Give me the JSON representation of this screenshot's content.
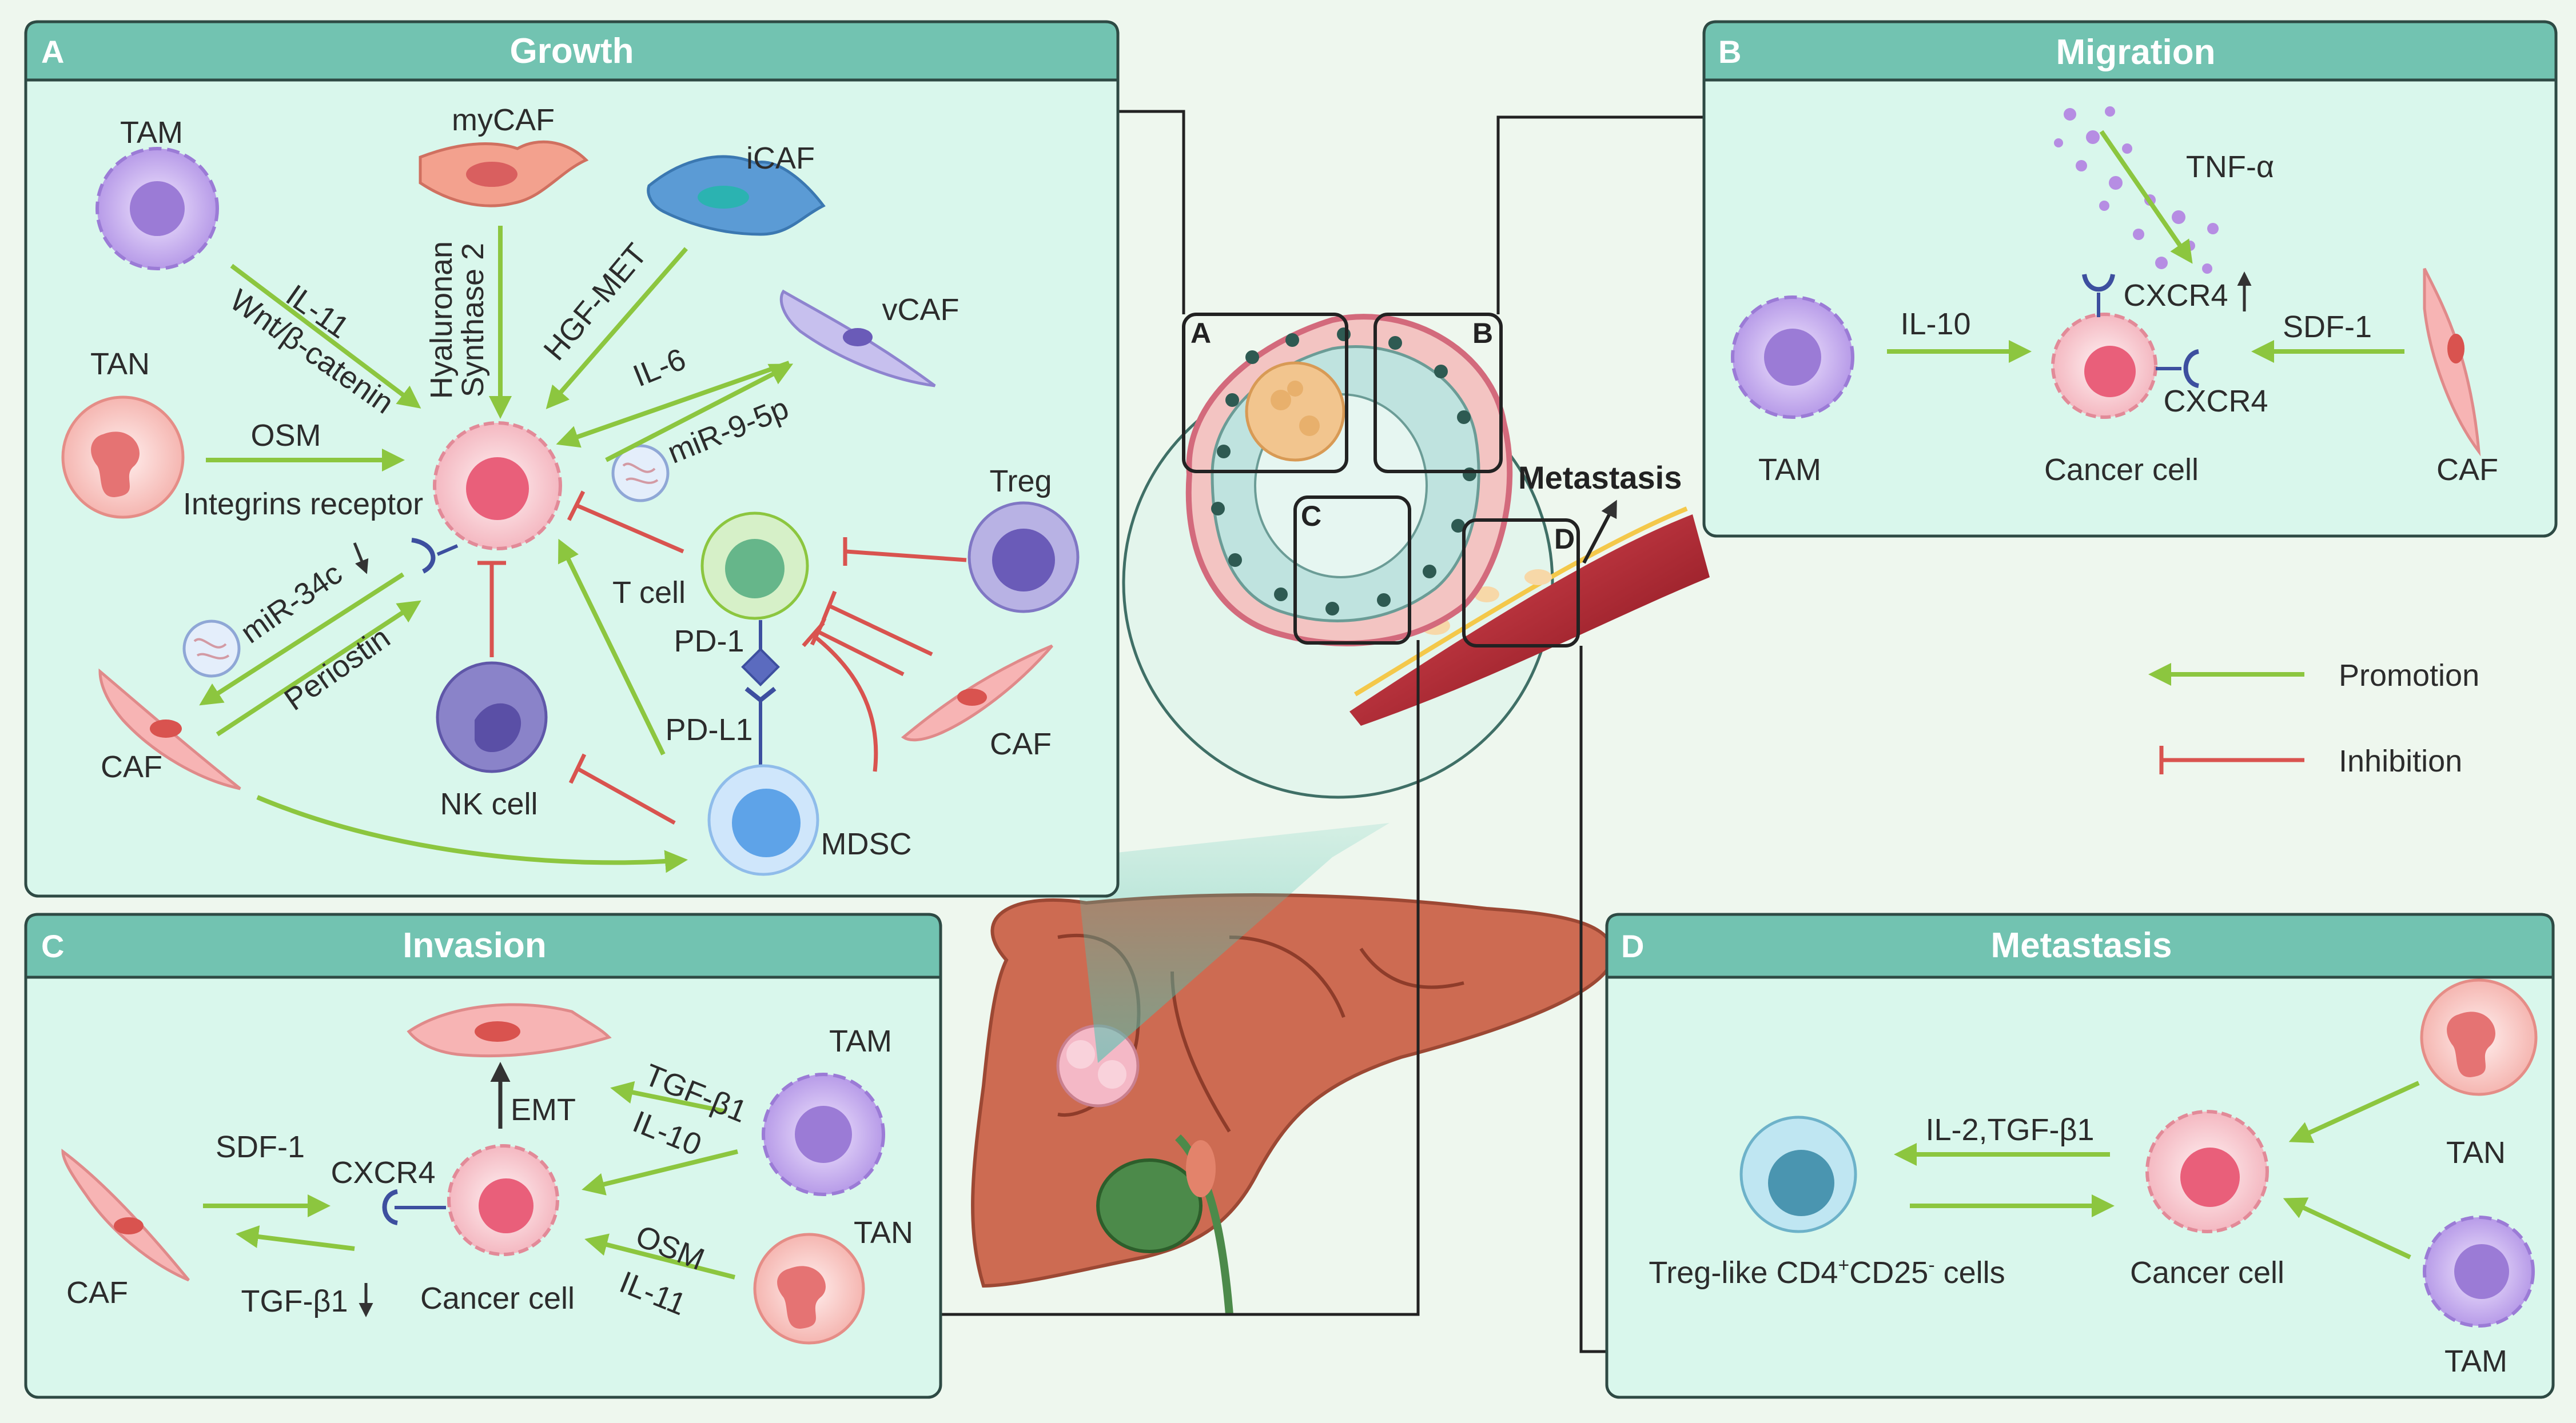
{
  "colors": {
    "background": "#eef7ee",
    "panel_fill": "#d9f7ec",
    "panel_header": "#72c3b1",
    "border": "#2e4a44",
    "promotion": "#8cc63f",
    "inhibition": "#d9534f",
    "cancer_cell": "#f7c7cd",
    "liver": "#cd6b52"
  },
  "legend": {
    "promotion": "Promotion",
    "inhibition": "Inhibition"
  },
  "panel_a": {
    "letter": "A",
    "title": "Growth",
    "tam": "TAM",
    "mycaf": "myCAF",
    "icaf": "iCAF",
    "vcaf": "vCAF",
    "tan": "TAN",
    "treg": "Treg",
    "caf_left": "CAF",
    "caf_right": "CAF",
    "t_cell": "T cell",
    "nk_cell": "NK cell",
    "mdsc": "MDSC",
    "il11": "IL-11",
    "wnt": "Wnt/β-catenin",
    "hyaluronan": "Hyaluronan",
    "synthase": "Synthase 2",
    "hgf_met": "HGF-MET",
    "il6": "IL-6",
    "mir95p": "miR-9-5p",
    "osm": "OSM",
    "integrins": "Integrins receptor",
    "mir34c": "miR-34c",
    "periostin": "Periostin",
    "pd1": "PD-1",
    "pdl1": "PD-L1"
  },
  "panel_b": {
    "letter": "B",
    "title": "Migration",
    "tnfa": "TNF-α",
    "cxcr4_top": "CXCR4",
    "il10": "IL-10",
    "sdf1": "SDF-1",
    "cxcr4_right": "CXCR4",
    "tam": "TAM",
    "cancer_cell": "Cancer cell",
    "caf": "CAF"
  },
  "panel_c": {
    "letter": "C",
    "title": "Invasion",
    "sdf1": "SDF-1",
    "cxcr4": "CXCR4",
    "emt": "EMT",
    "tgfb1_il10_a": "TGF-β1",
    "tgfb1_il10_b": "IL-10",
    "tam": "TAM",
    "tan": "TAN",
    "caf": "CAF",
    "tgfb1_down": "TGF-β1",
    "cancer_cell": "Cancer cell",
    "osm": "OSM",
    "il11": "IL-11"
  },
  "panel_d": {
    "letter": "D",
    "title": "Metastasis",
    "il2_tgfb1": "IL-2,TGF-β1",
    "tan": "TAN",
    "tam": "TAM",
    "cancer_cell": "Cancer cell",
    "treg_like_pre": "Treg-like CD4",
    "treg_like_sup1": "+",
    "treg_like_mid": "CD25",
    "treg_like_sup2": "-",
    "treg_like_post": " cells"
  },
  "center": {
    "metastasis": "Metastasis",
    "box_a": "A",
    "box_b": "B",
    "box_c": "C",
    "box_d": "D"
  },
  "icons": [
    "tam-cell-icon",
    "caf-cell-icon",
    "tan-cell-icon",
    "cancer-cell-icon",
    "t-cell-icon",
    "nk-cell-icon",
    "mdsc-cell-icon",
    "treg-cell-icon",
    "exosome-icon",
    "receptor-icon",
    "liver-icon",
    "tumor-cross-section-icon"
  ]
}
